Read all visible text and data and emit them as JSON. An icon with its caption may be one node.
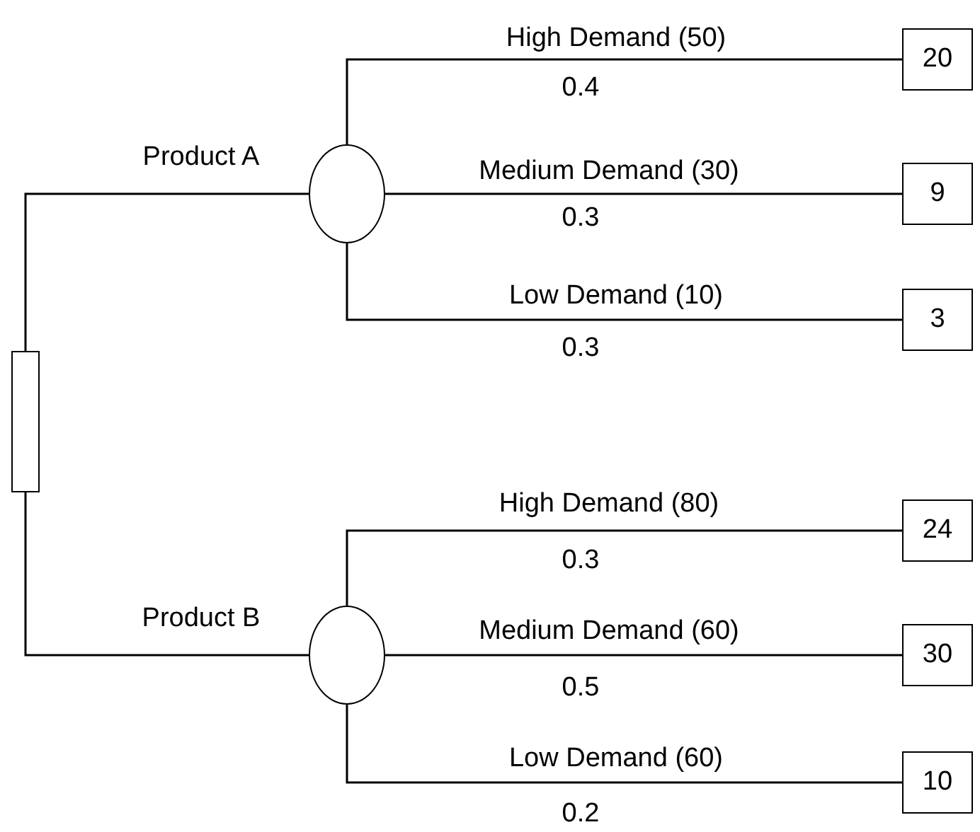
{
  "diagram": {
    "nodes": [
      {
        "text": [],
        "shape": "box"
      },
      {
        "text": [],
        "shape": "circle"
      },
      {
        "text": [
          "20"
        ]
      },
      {
        "text": [
          "9"
        ]
      },
      {
        "text": [
          "3"
        ]
      },
      {
        "text": [],
        "shape": "circle"
      },
      {
        "text": [
          "24"
        ]
      },
      {
        "text": [
          "30"
        ]
      },
      {
        "text": [
          "10"
        ]
      }
    ],
    "edges": [
      {
        "from": 0,
        "to": 1,
        "arrow": "none",
        "label": "Product A"
      },
      {
        "from": 1,
        "to": 2,
        "arrow": "none",
        "label": "High Demand (50)"
      },
      {
        "from": 1,
        "to": 3,
        "arrow": "none",
        "label": "Medium Demand (30)"
      },
      {
        "from": 1,
        "to": 4,
        "arrow": "none",
        "label": "Low Demand (10)"
      },
      {
        "from": 0,
        "to": 5,
        "arrow": "none",
        "label": "Product B"
      },
      {
        "from": 5,
        "to": 6,
        "arrow": "none",
        "label": "High Demand (80)"
      },
      {
        "from": 5,
        "to": 7,
        "arrow": "none",
        "label": "Medium Demand (60)"
      },
      {
        "from": 5,
        "to": 8,
        "arrow": "none",
        "label": "Low Demand (60)"
      }
    ],
    "labels": [
      "0.4",
      "0.3",
      "0.3",
      "0.3",
      "0.5",
      "0.2"
    ]
  }
}
